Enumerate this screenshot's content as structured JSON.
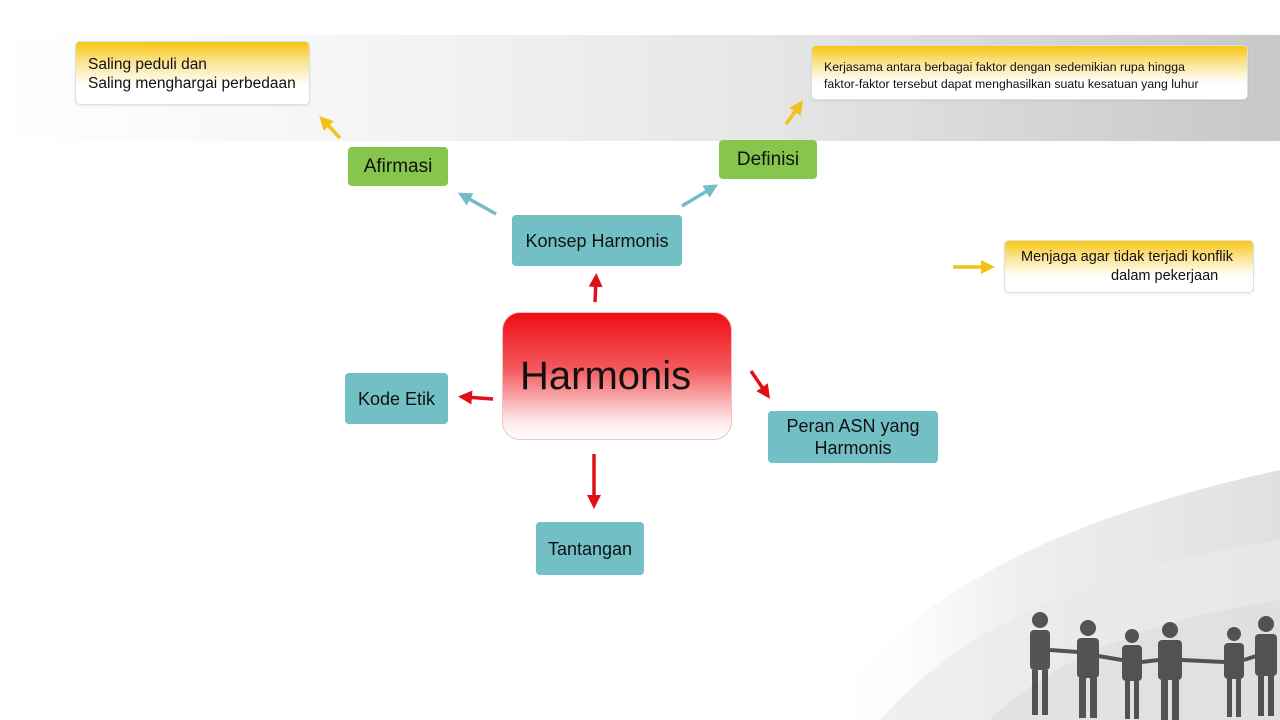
{
  "diagram": {
    "center": {
      "label": "Harmonis"
    },
    "nodes": {
      "konsep": "Konsep Harmonis",
      "afirmasi": "Afirmasi",
      "definisi": "Definisi",
      "kode_etik": "Kode Etik",
      "peran_line1": "Peran ASN yang",
      "peran_line2": "Harmonis",
      "tantangan": "Tantangan"
    },
    "notes": {
      "afirmasi_line1": "Saling peduli dan",
      "afirmasi_line2": "Saling menghargai perbedaan",
      "definisi_line1": "Kerjasama antara berbagai faktor dengan sedemikian rupa hingga",
      "definisi_line2": "faktor-faktor tersebut dapat menghasilkan suatu kesatuan yang luhur",
      "partial_line1": "Menjaga agar tidak terjadi konflik",
      "partial_line2": "dalam pekerjaan"
    }
  },
  "colors": {
    "center_red": "#ee0d14",
    "teal": "#72c0c6",
    "green": "#86c64c",
    "note_yellow": "#f8c511",
    "arrow_red": "#e01018",
    "arrow_teal": "#74bcc4",
    "arrow_yellow": "#f2c21a"
  }
}
